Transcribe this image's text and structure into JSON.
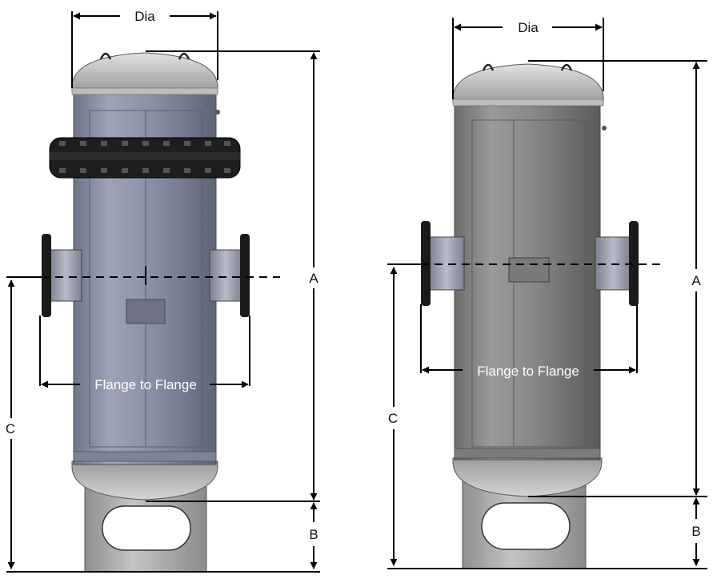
{
  "vessel_left": {
    "dia_label": "Dia",
    "a_label": "A",
    "b_label": "B",
    "c_label": "C",
    "flange_label": "Flange to Flange"
  },
  "vessel_right": {
    "dia_label": "Dia",
    "a_label": "A",
    "b_label": "B",
    "c_label": "C",
    "flange_label": "Flange to Flange"
  },
  "colors": {
    "left_body": "#8e94a6",
    "right_body": "#8a8a8a",
    "dim_line": "#000000",
    "flange": "#1a1a1a"
  }
}
